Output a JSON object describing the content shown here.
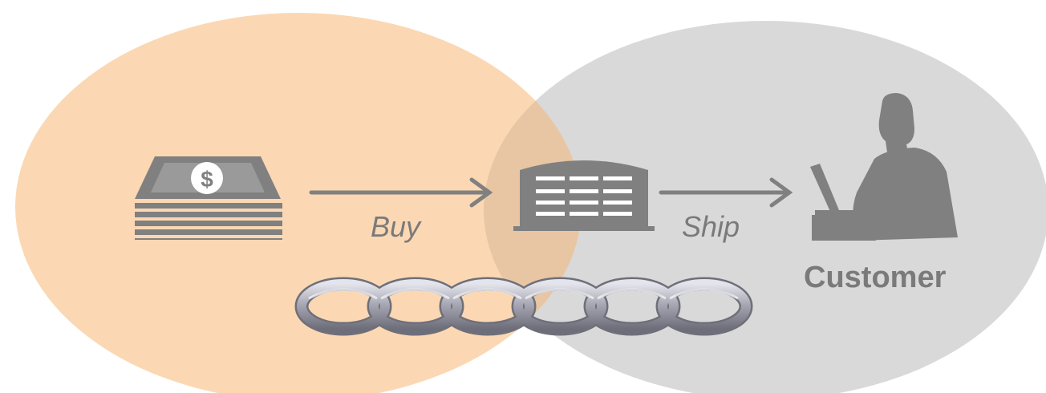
{
  "diagram": {
    "labels": {
      "buy": "Buy",
      "ship": "Ship",
      "customer": "Customer"
    },
    "colors": {
      "left_circle": "#fbd8b3",
      "right_circle": "#d9d9d9",
      "overlap": "#e8c6a4",
      "icon": "#808080",
      "chain": "#a9a9b5"
    },
    "icons": [
      "money-stack-icon",
      "warehouse-icon",
      "customer-at-laptop-icon",
      "chain-icon"
    ]
  }
}
